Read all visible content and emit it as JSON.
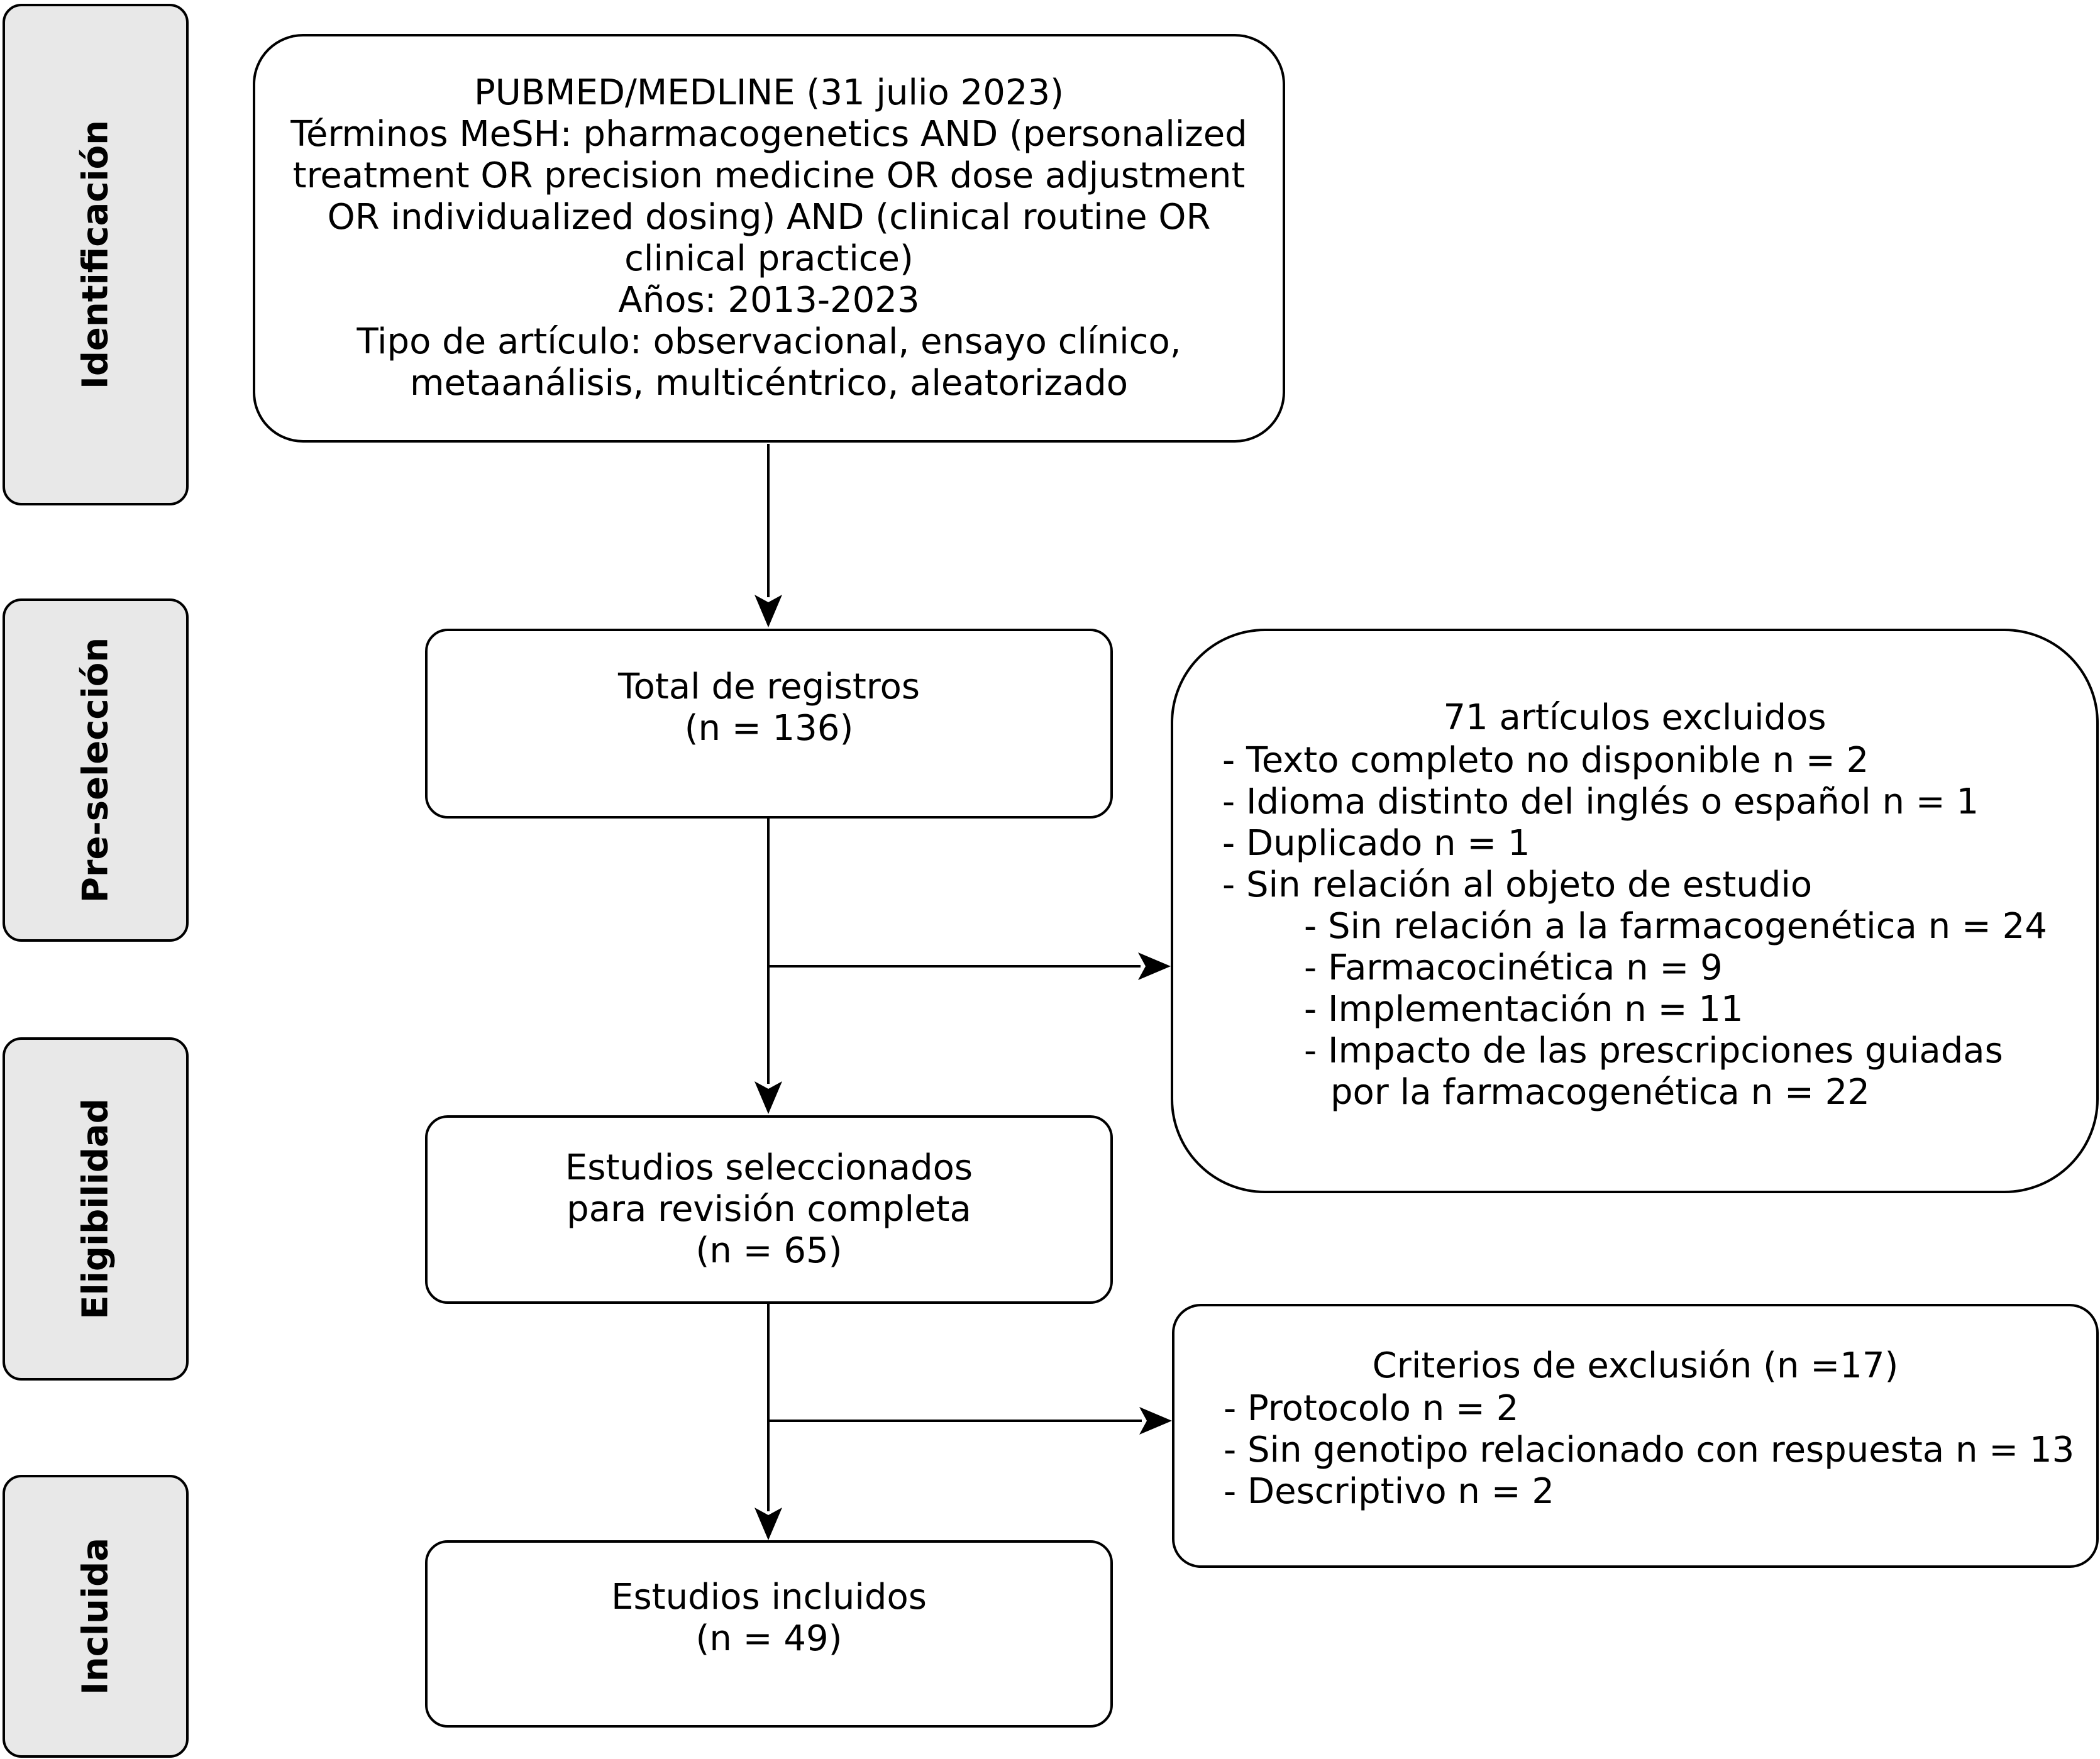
{
  "phases": {
    "identification": "Identificación",
    "preselection": "Pre-selección",
    "eligibility": "Eligibilidad",
    "included": "Incluida"
  },
  "search_box": {
    "lines": [
      "PUBMED/MEDLINE (31 julio 2023)",
      "Términos MeSH: pharmacogenetics AND (personalized",
      "treatment OR precision medicine OR dose adjustment",
      "OR individualized dosing) AND (clinical routine OR",
      "clinical practice)",
      "Años: 2013-2023",
      "Tipo de artículo: observacional, ensayo clínico,",
      "metaanálisis, multicéntrico, aleatorizado"
    ]
  },
  "total_box": {
    "line1": "Total de registros",
    "line2": "(n = 136)"
  },
  "excluded_box": {
    "title": "71 artículos excluidos",
    "items": [
      "- Texto completo no disponible n = 2",
      "- Idioma distinto del inglés o español n = 1",
      "- Duplicado n = 1",
      "- Sin relación al objeto de estudio"
    ],
    "subitems": [
      "- Sin relación a la farmacogenética n = 24",
      "- Farmacocinética n = 9",
      "- Implementación n = 11",
      "- Impacto de las prescripciones guiadas"
    ],
    "subitem_continuation": "por la farmacogenética n = 22"
  },
  "selected_box": {
    "line1": "Estudios seleccionados",
    "line2": "para revisión completa",
    "line3": "(n = 65)"
  },
  "criteria_box": {
    "title": "Criterios de exclusión (n =17)",
    "items": [
      "- Protocolo n = 2",
      "- Sin genotipo relacionado con respuesta n = 13",
      "- Descriptivo n = 2"
    ]
  },
  "included_box": {
    "line1": "Estudios incluidos",
    "line2": "(n = 49)"
  }
}
